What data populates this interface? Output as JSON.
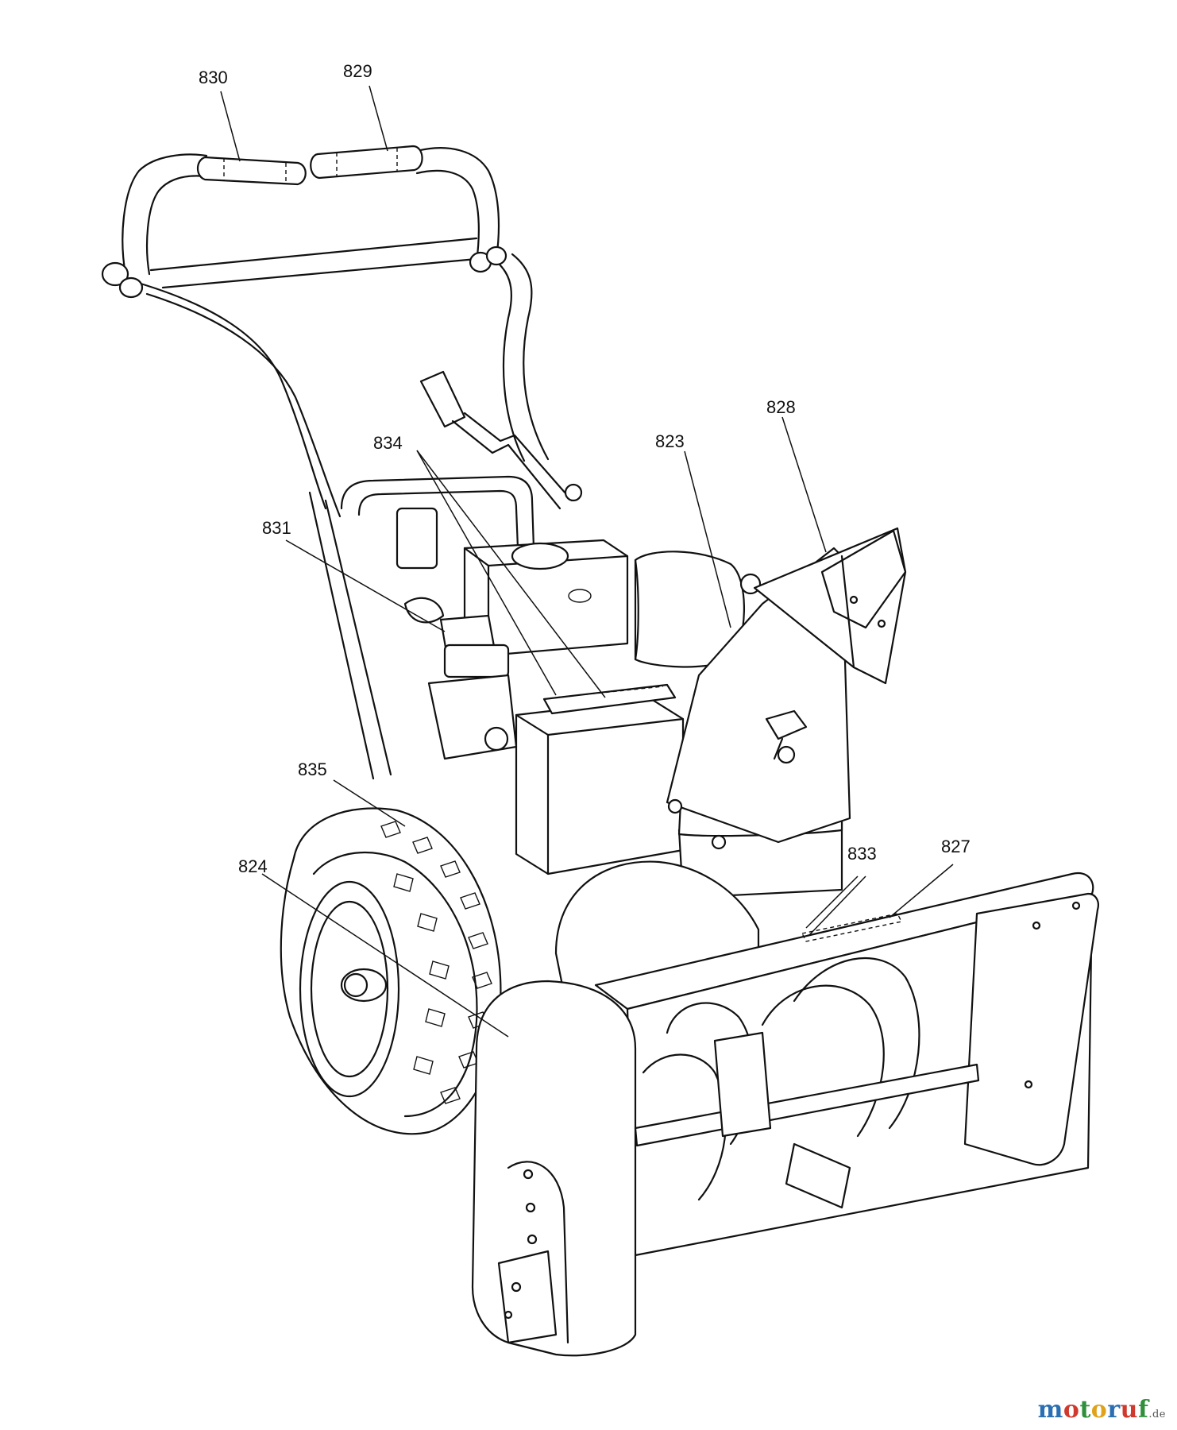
{
  "callouts": [
    {
      "id": "830",
      "label": "830"
    },
    {
      "id": "829",
      "label": "829"
    },
    {
      "id": "828",
      "label": "828"
    },
    {
      "id": "834",
      "label": "834"
    },
    {
      "id": "823",
      "label": "823"
    },
    {
      "id": "831",
      "label": "831"
    },
    {
      "id": "835",
      "label": "835"
    },
    {
      "id": "833",
      "label": "833"
    },
    {
      "id": "827",
      "label": "827"
    },
    {
      "id": "824",
      "label": "824"
    }
  ],
  "watermark": {
    "text": "motoruf",
    "suffix": ".de",
    "letter_colors": [
      "#2a6fb3",
      "#d03a2e",
      "#2f8f3a",
      "#e0a21a",
      "#2a6fb3",
      "#d03a2e",
      "#2f8f3a"
    ]
  }
}
